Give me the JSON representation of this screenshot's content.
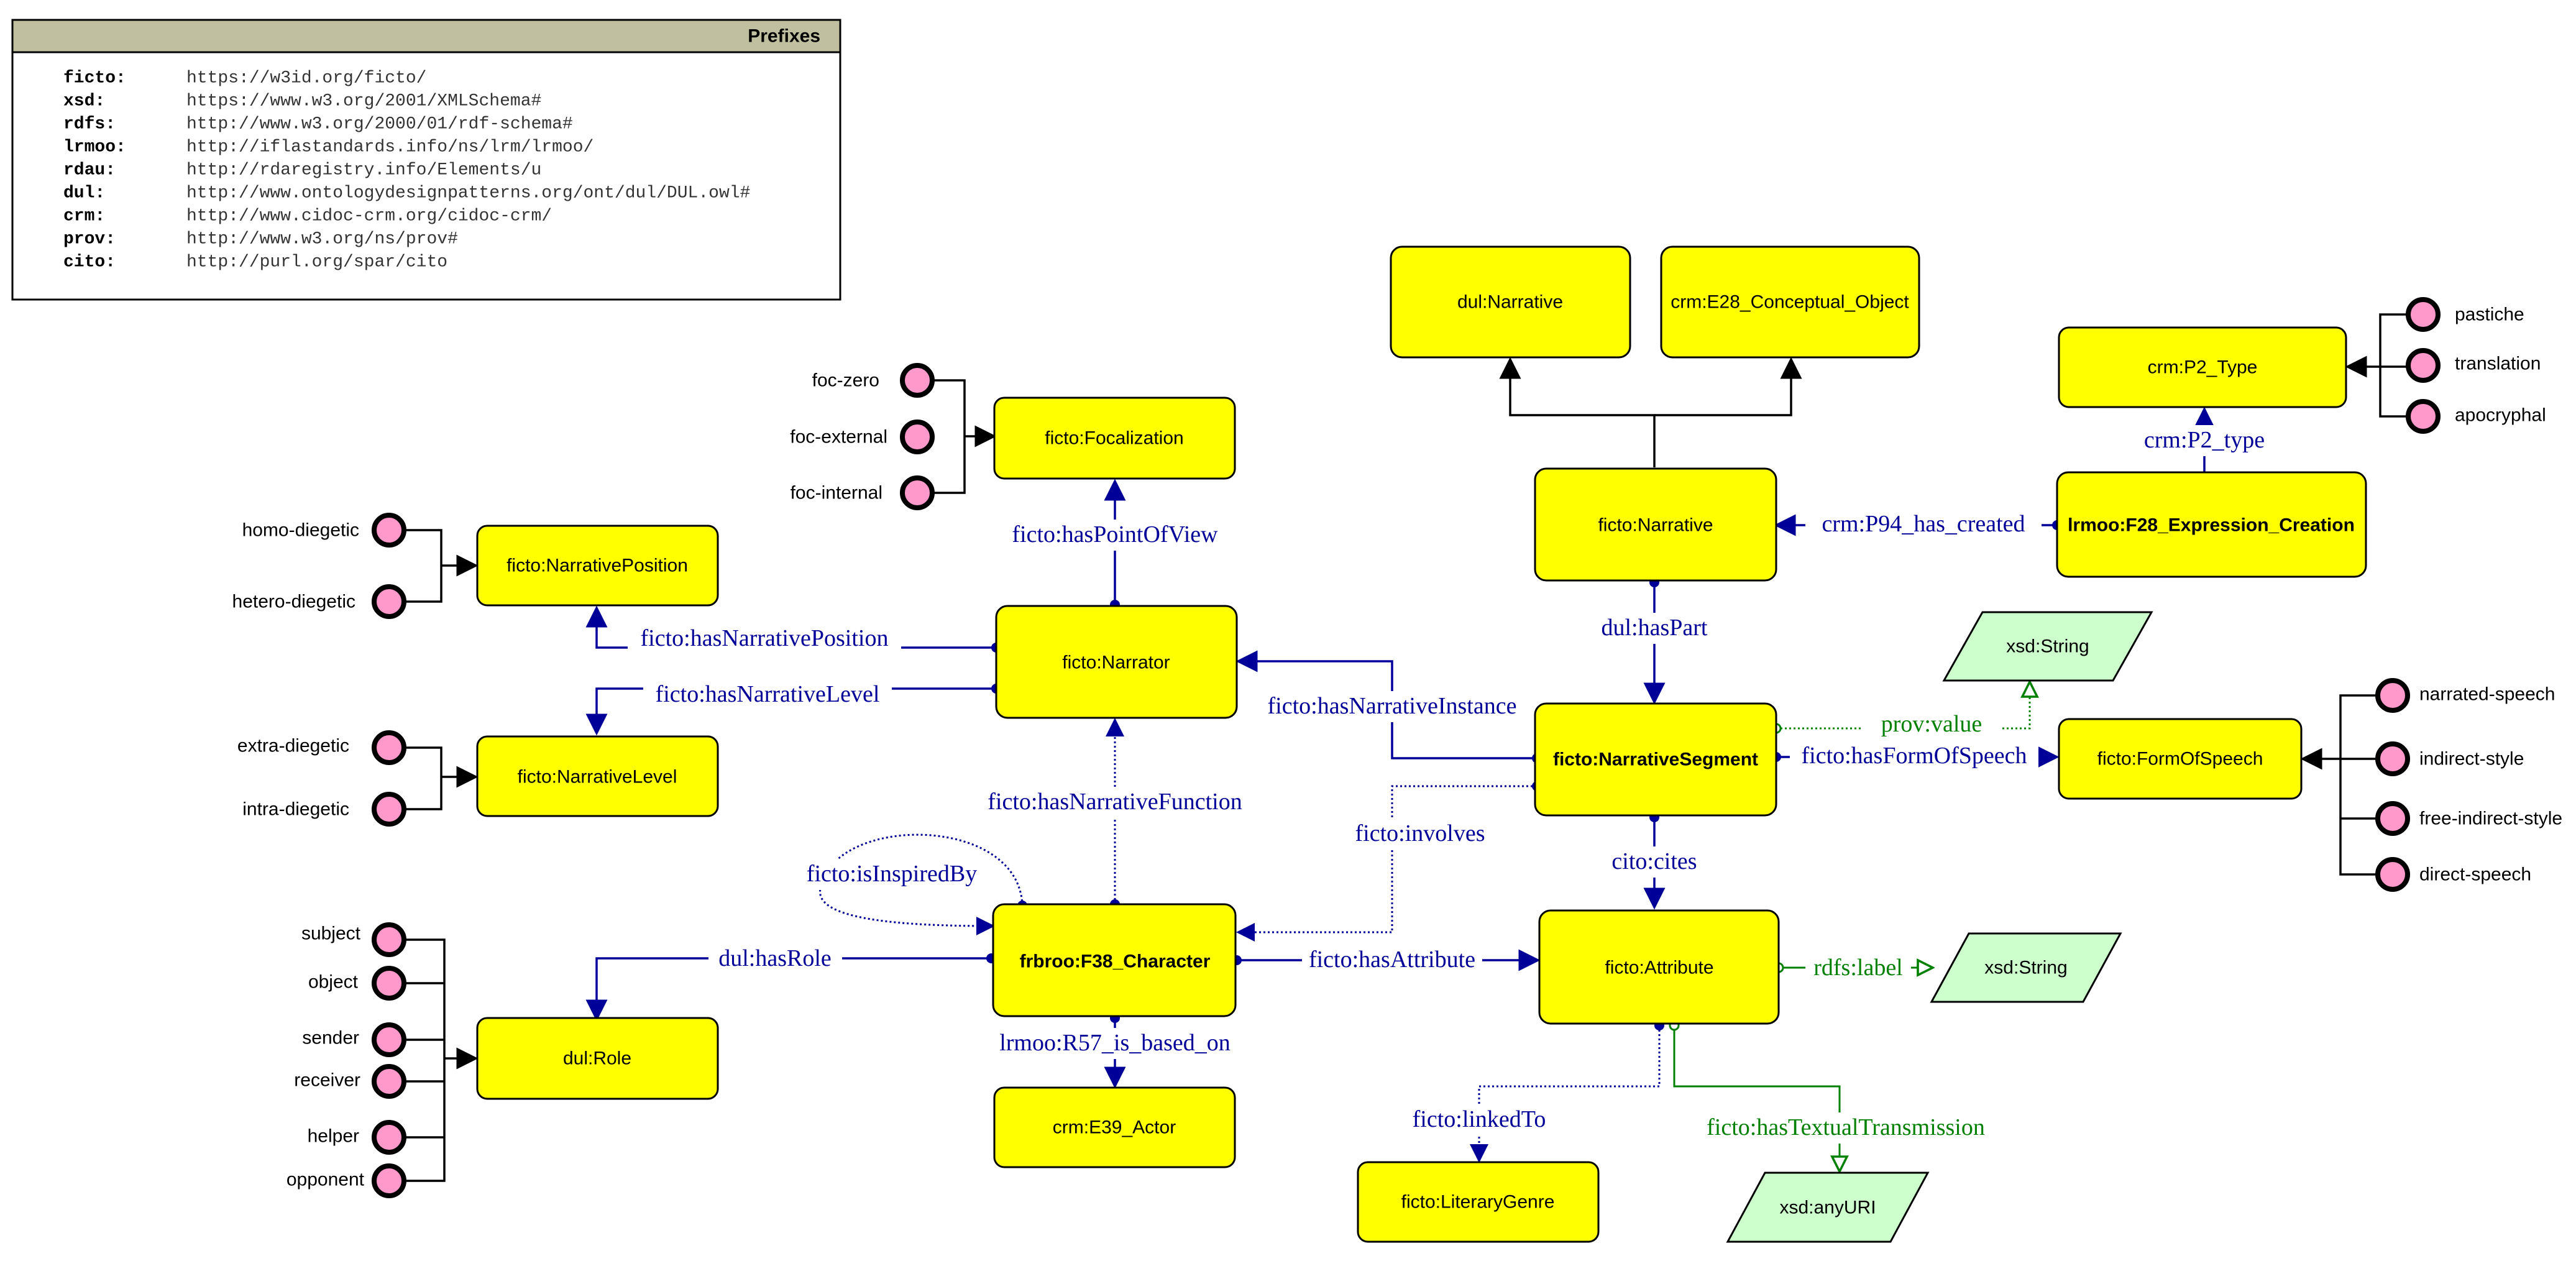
{
  "prefixes": {
    "title": "Prefixes",
    "items": [
      {
        "key": "ficto:",
        "uri": "https://w3id.org/ficto/"
      },
      {
        "key": "xsd:",
        "uri": "https://www.w3.org/2001/XMLSchema#"
      },
      {
        "key": "rdfs:",
        "uri": "http://www.w3.org/2000/01/rdf-schema#"
      },
      {
        "key": "lrmoo:",
        "uri": "http://iflastandards.info/ns/lrm/lrmoo/"
      },
      {
        "key": "rdau:",
        "uri": "http://rdaregistry.info/Elements/u"
      },
      {
        "key": "dul:",
        "uri": "http://www.ontologydesignpatterns.org/ont/dul/DUL.owl#"
      },
      {
        "key": "crm:",
        "uri": "http://www.cidoc-crm.org/cidoc-crm/"
      },
      {
        "key": "prov:",
        "uri": "http://www.w3.org/ns/prov#"
      },
      {
        "key": "cito:",
        "uri": "http://purl.org/spar/cito"
      }
    ]
  },
  "classes": {
    "dul_narrative": "dul:Narrative",
    "crm_e28": "crm:E28_Conceptual_Object",
    "crm_p2_type": "crm:P2_Type",
    "focalization": "ficto:Focalization",
    "narrative_position": "ficto:NarrativePosition",
    "ficto_narrative": "ficto:Narrative",
    "expression_creation": "lrmoo:F28_Expression_Creation",
    "narrator": "ficto:Narrator",
    "narrative_level": "ficto:NarrativeLevel",
    "narrative_segment": "ficto:NarrativeSegment",
    "form_of_speech": "ficto:FormOfSpeech",
    "character": "frbroo:F38_Character",
    "attribute": "ficto:Attribute",
    "role": "dul:Role",
    "actor": "crm:E39_Actor",
    "literary_genre": "ficto:LiteraryGenre"
  },
  "literals": {
    "xsd_string_1": "xsd:String",
    "xsd_string_2": "xsd:String",
    "xsd_anyuri": "xsd:anyURI"
  },
  "individuals": {
    "foc_zero": "foc-zero",
    "foc_external": "foc-external",
    "foc_internal": "foc-internal",
    "homo_diegetic": "homo-diegetic",
    "hetero_diegetic": "hetero-diegetic",
    "extra_diegetic": "extra-diegetic",
    "intra_diegetic": "intra-diegetic",
    "subject": "subject",
    "object": "object",
    "sender": "sender",
    "receiver": "receiver",
    "helper": "helper",
    "opponent": "opponent",
    "pastiche": "pastiche",
    "translation": "translation",
    "apocryphal": "apocryphal",
    "narrated_speech": "narrated-speech",
    "indirect_style": "indirect-style",
    "free_indirect_style": "free-indirect-style",
    "direct_speech": "direct-speech"
  },
  "properties": {
    "has_point_of_view": "ficto:hasPointOfView",
    "has_narrative_position": "ficto:hasNarrativePosition",
    "has_narrative_level": "ficto:hasNarrativeLevel",
    "has_narrative_instance": "ficto:hasNarrativeInstance",
    "has_narrative_function": "ficto:hasNarrativeFunction",
    "involves": "ficto:involves",
    "is_inspired_by": "ficto:isInspiredBy",
    "has_role": "dul:hasRole",
    "has_attribute": "ficto:hasAttribute",
    "is_based_on": "lrmoo:R57_is_based_on",
    "linked_to": "ficto:linkedTo",
    "has_textual_transmission": "ficto:hasTextualTransmission",
    "rdfs_label": "rdfs:label",
    "cites": "cito:cites",
    "has_part": "dul:hasPart",
    "p94_has_created": "crm:P94_has_created",
    "p2_type": "crm:P2_type",
    "prov_value": "prov:value",
    "has_form_of_speech": "ficto:hasFormOfSpeech"
  },
  "colors": {
    "class_fill": "#ffff00",
    "literal_fill": "#ccffcc",
    "individual_fill": "#ff99cc",
    "object_property": "#000099",
    "data_property": "#008000"
  }
}
